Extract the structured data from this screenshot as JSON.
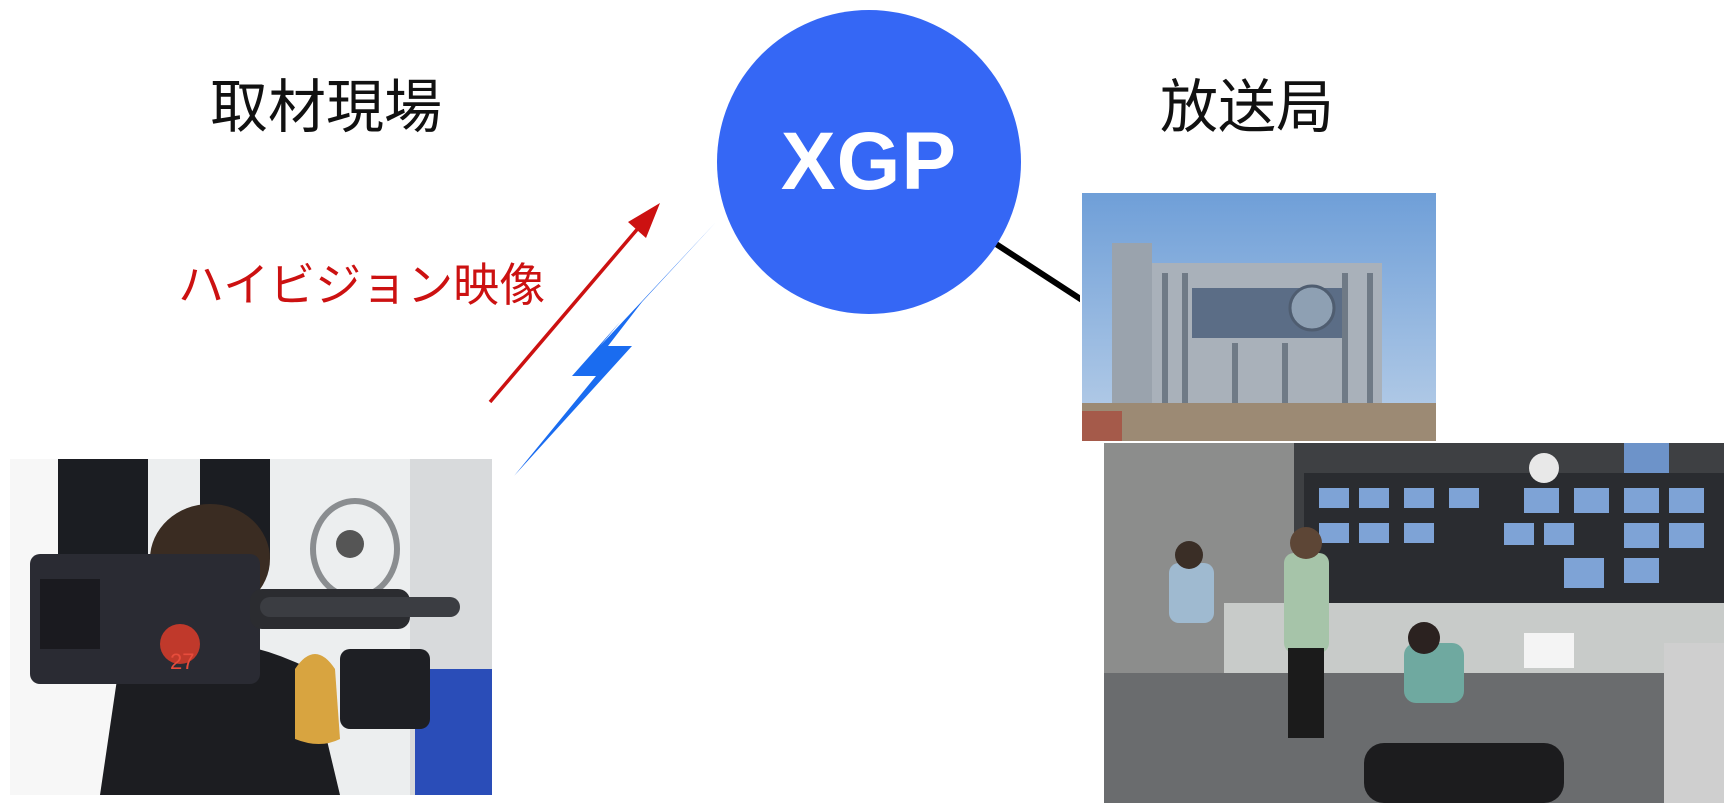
{
  "labels": {
    "site": "取材現場",
    "station": "放送局",
    "hd_video": "ハイビジョン映像",
    "hub": "XGP"
  },
  "colors": {
    "hub": "#3567f5",
    "red_arrow": "#cc1111",
    "lightning": "#1a6cf0",
    "link_line": "#000000",
    "hd_text": "#cc1111"
  },
  "images": {
    "camera_operator": "photo-of-camera-operator-with-broadcast-camera",
    "station_building": "photo-of-broadcast-station-building",
    "control_room": "photo-of-broadcast-control-room"
  }
}
